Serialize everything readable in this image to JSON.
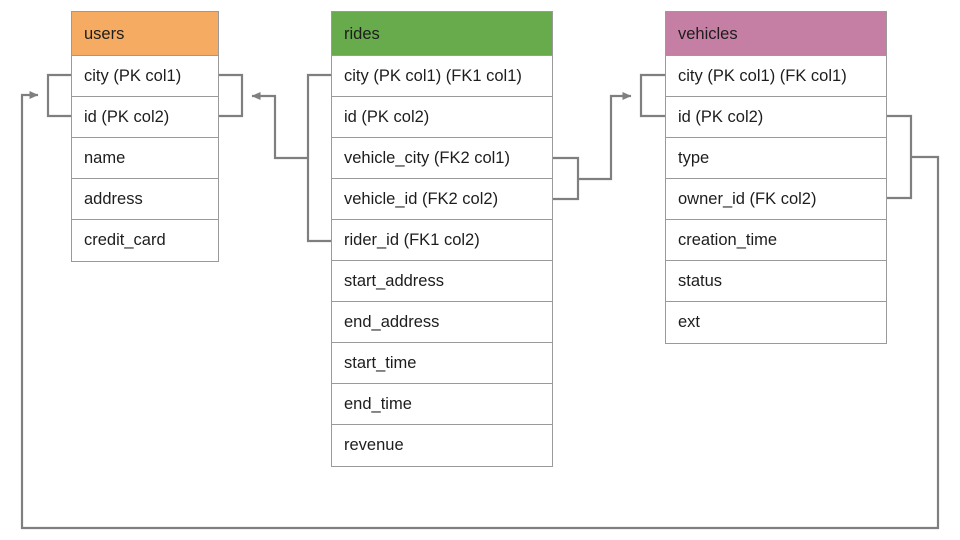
{
  "diagram": {
    "type": "entity-relationship-diagram",
    "background": "#ffffff",
    "line_color": "#7f7f7f",
    "border_color": "#9a9a9a"
  },
  "tables": [
    {
      "name": "users",
      "header_color": "#f5ac62",
      "columns": [
        "city (PK col1)",
        "id (PK col2)",
        "name",
        "address",
        "credit_card"
      ]
    },
    {
      "name": "rides",
      "header_color": "#67ab4c",
      "columns": [
        "city (PK col1) (FK1 col1)",
        "id (PK col2)",
        "vehicle_city (FK2 col1)",
        "vehicle_id (FK2 col2)",
        "rider_id (FK1 col2)",
        "start_address",
        "end_address",
        "start_time",
        "end_time",
        "revenue"
      ]
    },
    {
      "name": "vehicles",
      "header_color": "#c67fa4",
      "columns": [
        "city (PK col1) (FK col1)",
        "id (PK col2)",
        "type",
        "owner_id (FK col2)",
        "creation_time",
        "status",
        "ext"
      ]
    }
  ],
  "relationships": [
    {
      "name": "rides-fk1-to-users",
      "from_table": "rides",
      "from_columns": [
        "city (PK col1) (FK1 col1)",
        "rider_id (FK1 col2)"
      ],
      "to_table": "users",
      "to_columns": [
        "city (PK col1)",
        "id (PK col2)"
      ]
    },
    {
      "name": "rides-fk2-to-vehicles",
      "from_table": "rides",
      "from_columns": [
        "vehicle_city (FK2 col1)",
        "vehicle_id (FK2 col2)"
      ],
      "to_table": "vehicles",
      "to_columns": [
        "city (PK col1) (FK col1)",
        "id (PK col2)"
      ]
    },
    {
      "name": "vehicles-fk-to-users",
      "from_table": "vehicles",
      "from_columns": [
        "id (PK col2)",
        "owner_id (FK col2)"
      ],
      "to_table": "users",
      "to_columns": [
        "city (PK col1)",
        "id (PK col2)"
      ]
    }
  ]
}
